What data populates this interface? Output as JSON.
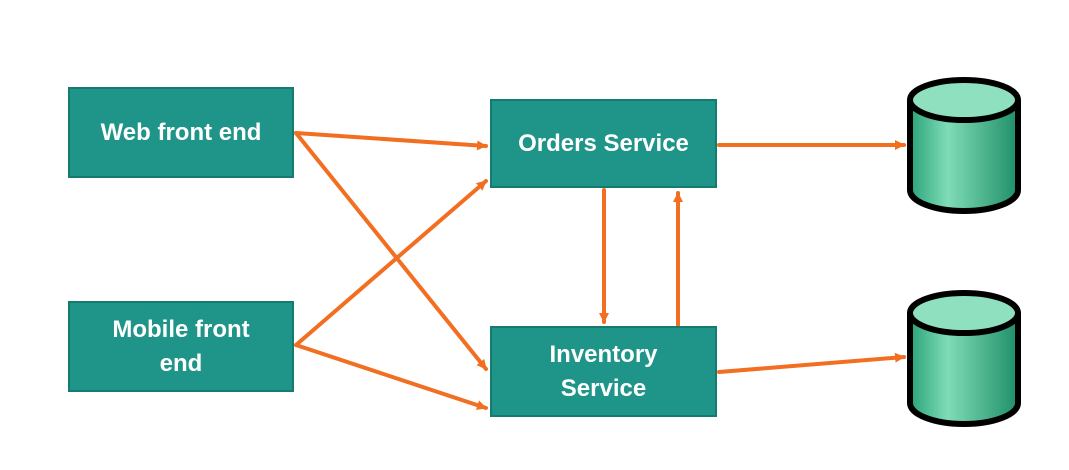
{
  "nodes": {
    "web_frontend": "Web front end",
    "mobile_frontend": "Mobile front\nend",
    "orders_service": "Orders Service",
    "inventory_service": "Inventory\nService"
  },
  "colors": {
    "box_fill": "#1f9488",
    "box_border": "#157a70",
    "arrow": "#f26f21",
    "db_fill": "#3dbb8e",
    "db_top": "#8fe0bf"
  },
  "edges": [
    {
      "from": "web_frontend",
      "to": "orders_service"
    },
    {
      "from": "web_frontend",
      "to": "inventory_service"
    },
    {
      "from": "mobile_frontend",
      "to": "orders_service"
    },
    {
      "from": "mobile_frontend",
      "to": "inventory_service"
    },
    {
      "from": "orders_service",
      "to": "inventory_service"
    },
    {
      "from": "inventory_service",
      "to": "orders_service"
    },
    {
      "from": "orders_service",
      "to": "database-1"
    },
    {
      "from": "inventory_service",
      "to": "database-2"
    }
  ]
}
